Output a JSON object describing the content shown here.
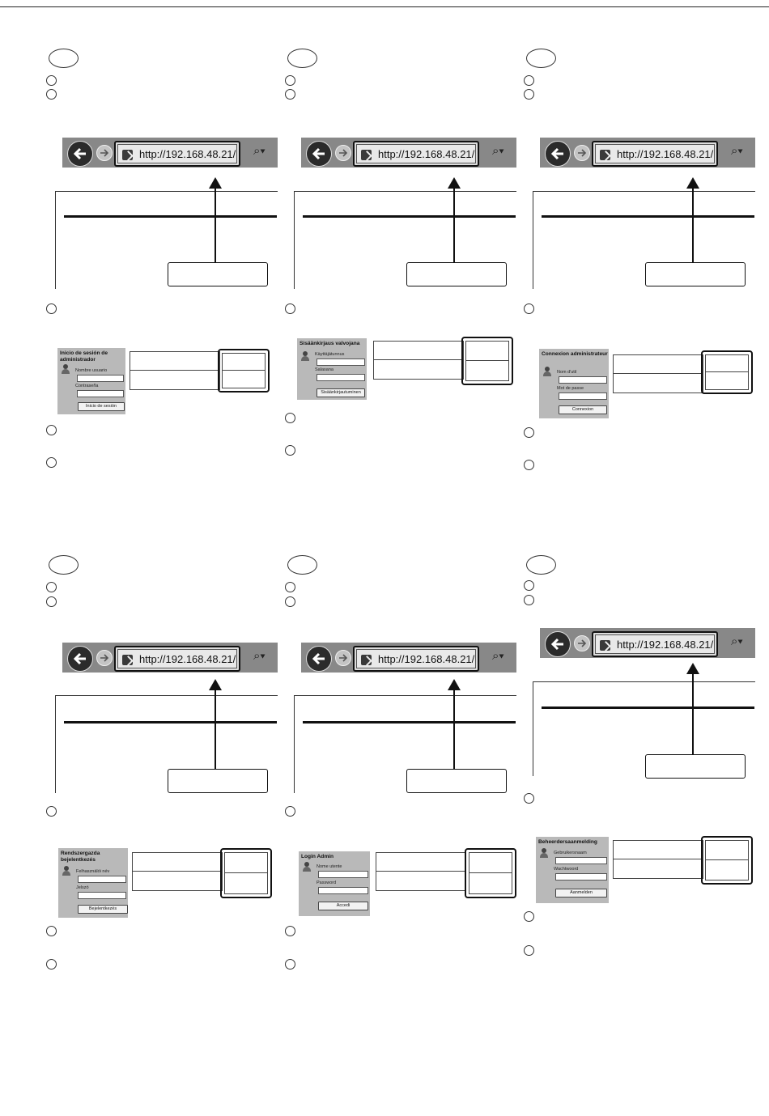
{
  "browser": {
    "url": "http://192.168.48.21/",
    "search_icon": "⌕▾",
    "back_icon": "back-arrow-icon",
    "forward_icon": "forward-arrow-icon"
  },
  "panels": [
    {
      "id": "es",
      "login_title": "Inicio de sesión de administrador",
      "user_label": "Nombre usuario",
      "password_label": "Contraseña",
      "button_label": "Inicio de sesión"
    },
    {
      "id": "fi",
      "login_title": "Sisäänkirjaus valvojana",
      "user_label": "Käyttäjätunnus",
      "password_label": "Salasana",
      "button_label": "Sisäänkirjautuminen"
    },
    {
      "id": "fr",
      "login_title": "Connexion administrateur",
      "user_label": "Nom d'util",
      "password_label": "Mot de passe",
      "button_label": "Connexion"
    },
    {
      "id": "hu",
      "login_title": "Rendszergazda bejelentkezés",
      "user_label": "Felhasználói név",
      "password_label": "Jelszó",
      "button_label": "Bejelentkezés"
    },
    {
      "id": "it",
      "login_title": "Login Admin",
      "user_label": "Nome utente",
      "password_label": "Password",
      "button_label": "Accedi"
    },
    {
      "id": "nl",
      "login_title": "Beheerdersaanmelding",
      "user_label": "Gebruikersnaam",
      "password_label": "Wachtwoord",
      "button_label": "Aanmelden"
    }
  ]
}
